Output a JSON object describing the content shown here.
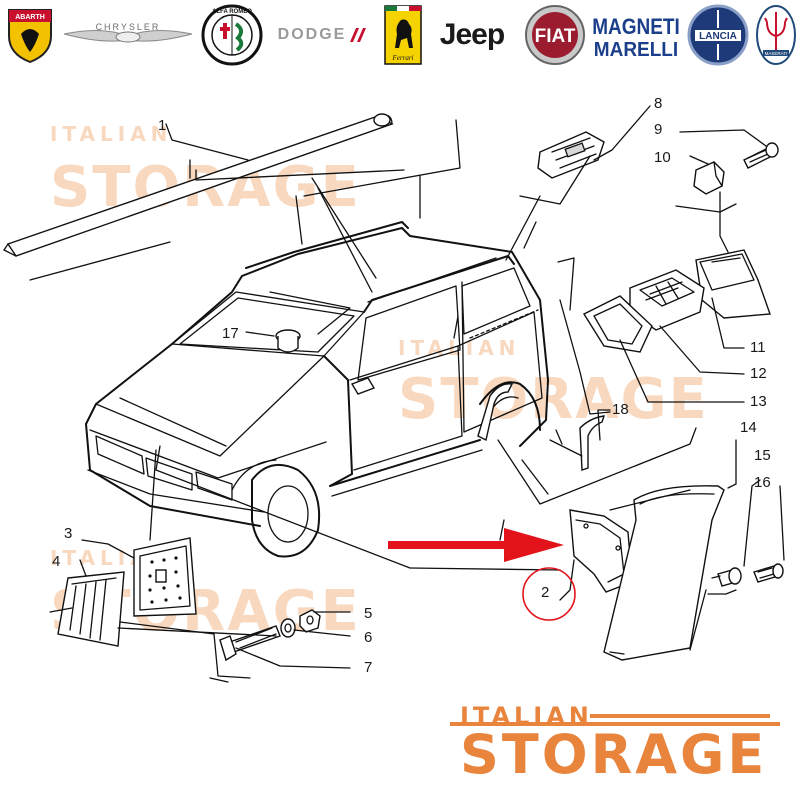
{
  "brands": [
    {
      "name": "ABARTH",
      "color": "#c8102e"
    },
    {
      "name": "CHRYSLER",
      "color": "#6d6d6d"
    },
    {
      "name": "ALFA ROMEO",
      "color": "#1a1a1a"
    },
    {
      "name": "DODGE",
      "color": "#9a9a9a"
    },
    {
      "name": "Ferrari",
      "color": "#f5d300"
    },
    {
      "name": "Jeep",
      "color": "#111111"
    },
    {
      "name": "FIAT",
      "color": "#9b1c2e"
    },
    {
      "name": "MAGNETI MARELLI",
      "color": "#1b3f8b"
    },
    {
      "name": "LANCIA",
      "color": "#1f3a78"
    },
    {
      "name": "MASERATI",
      "color": "#1f4a7a"
    }
  ],
  "watermark": {
    "top": "ITALIAN",
    "main": "STORAGE",
    "color": "#f4b98a"
  },
  "footer_logo": {
    "top": "ITALIAN",
    "main": "STORAGE",
    "color": "#e8843c"
  },
  "arrow_color": "#e3131b",
  "highlight_circle_color": "#e3131b",
  "callouts": [
    "1",
    "2",
    "3",
    "4",
    "5",
    "6",
    "7",
    "8",
    "9",
    "10",
    "11",
    "12",
    "13",
    "14",
    "15",
    "16",
    "17",
    "18"
  ]
}
